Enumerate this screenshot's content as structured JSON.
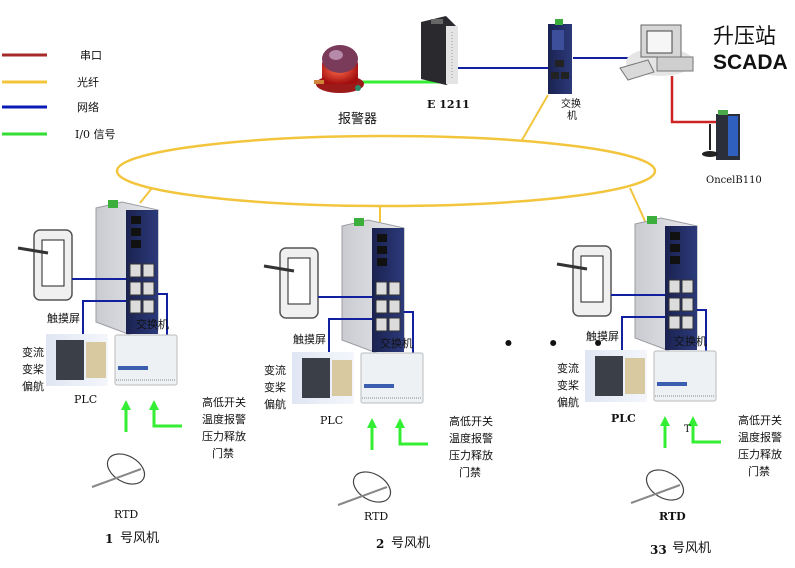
{
  "legend": [
    {
      "label": "串口",
      "color": "#a52a2a"
    },
    {
      "label": "光纤",
      "color": "#f2c53d"
    },
    {
      "label": "网络",
      "color": "#0a1bb5"
    },
    {
      "label": "I/0 信号",
      "color": "#33dd33"
    }
  ],
  "colors": {
    "fiber": "#f2c53d",
    "network": "#10209f",
    "serial": "#cc2222",
    "io": "#33ee33"
  },
  "top": {
    "alarm_label": "报警器",
    "io_module_label": "E 1211",
    "switch_label_line1": "交换",
    "switch_label_line2": "机",
    "scada_title_cn": "升压站",
    "scada_title_en": "SCADA",
    "modem_label": "OncelB110"
  },
  "turbines": [
    {
      "touch_label": "触摸屏",
      "switch_label": "交换机",
      "plc_functions": [
        "变流",
        "变桨",
        "偏航"
      ],
      "plc_label": "PLC",
      "signals": [
        "高低开关",
        "温度报警",
        "压力释放",
        "门禁"
      ],
      "rtd_label": "RTD",
      "number": "1",
      "name_suffix": "号风机",
      "extra_mark": ""
    },
    {
      "touch_label": "触摸屏",
      "switch_label": "交换机",
      "plc_functions": [
        "变流",
        "变桨",
        "偏航"
      ],
      "plc_label": "PLC",
      "signals": [
        "高低开关",
        "温度报警",
        "压力释放",
        "门禁"
      ],
      "rtd_label": "RTD",
      "number": "2",
      "name_suffix": "号风机",
      "extra_mark": ""
    },
    {
      "touch_label": "触摸屏",
      "switch_label": "交换机",
      "plc_functions": [
        "变流",
        "变桨",
        "偏航"
      ],
      "plc_label": "PLC",
      "signals": [
        "高低开关",
        "温度报警",
        "压力释放",
        "门禁"
      ],
      "rtd_label": "RTD",
      "number": "33",
      "name_suffix": "号风机",
      "extra_mark": "T"
    }
  ],
  "ellipsis": "• • •"
}
